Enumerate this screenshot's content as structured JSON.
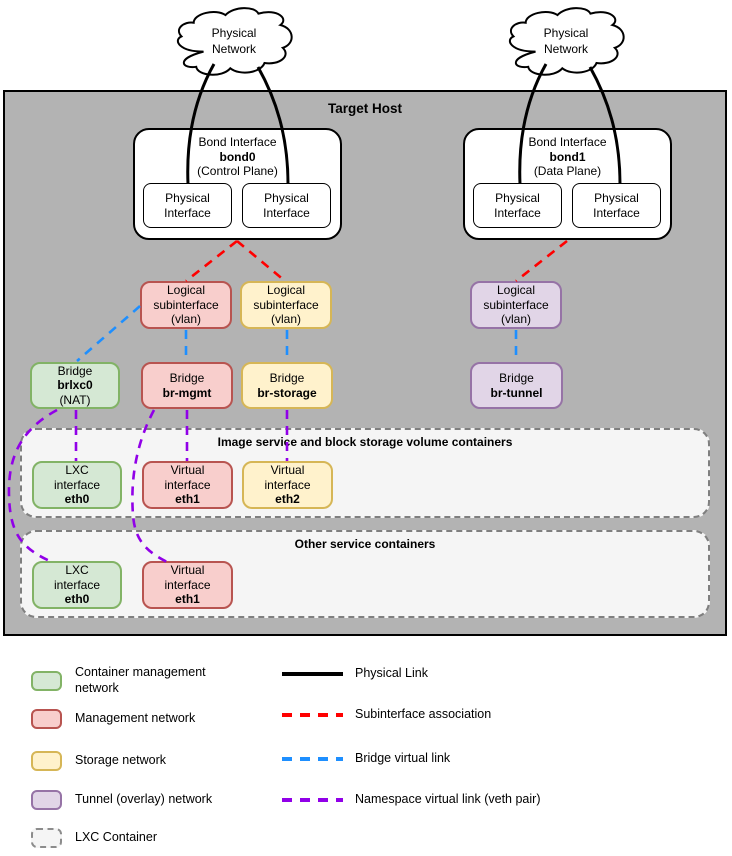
{
  "clouds": [
    {
      "label": "Physical\nNetwork"
    },
    {
      "label": "Physical\nNetwork"
    }
  ],
  "host": {
    "title": "Target Host",
    "bonds": [
      {
        "line1": "Bond Interface",
        "name": "bond0",
        "line3": "(Control Plane)",
        "ports": [
          "Physical\nInterface",
          "Physical\nInterface"
        ]
      },
      {
        "line1": "Bond Interface",
        "name": "bond1",
        "line3": "(Data Plane)",
        "ports": [
          "Physical\nInterface",
          "Physical\nInterface"
        ]
      }
    ],
    "subinterfaces": [
      {
        "label": "Logical\nsubinterface\n(vlan)",
        "network": "management"
      },
      {
        "label": "Logical\nsubinterface\n(vlan)",
        "network": "storage"
      },
      {
        "label": "Logical\nsubinterface\n(vlan)",
        "network": "tunnel"
      }
    ],
    "bridges": [
      {
        "line1": "Bridge",
        "name": "brlxc0",
        "line3": "(NAT)",
        "network": "container-management"
      },
      {
        "line1": "Bridge",
        "name": "br-mgmt",
        "line3": "",
        "network": "management"
      },
      {
        "line1": "Bridge",
        "name": "br-storage",
        "line3": "",
        "network": "storage"
      },
      {
        "line1": "Bridge",
        "name": "br-tunnel",
        "line3": "",
        "network": "tunnel"
      }
    ],
    "containers": [
      {
        "title": "Image service and block storage volume containers",
        "interfaces": [
          {
            "line1": "LXC\ninterface",
            "name": "eth0",
            "network": "container-management"
          },
          {
            "line1": "Virtual\ninterface",
            "name": "eth1",
            "network": "management"
          },
          {
            "line1": "Virtual\ninterface",
            "name": "eth2",
            "network": "storage"
          }
        ]
      },
      {
        "title": "Other service containers",
        "interfaces": [
          {
            "line1": "LXC\ninterface",
            "name": "eth0",
            "network": "container-management"
          },
          {
            "line1": "Virtual\ninterface",
            "name": "eth1",
            "network": "management"
          }
        ]
      }
    ]
  },
  "legend": {
    "networks": [
      {
        "label": "Container management\nnetwork",
        "fill": "#d5e8d4",
        "stroke": "#82b366"
      },
      {
        "label": "Management network",
        "fill": "#f8cecc",
        "stroke": "#b85450"
      },
      {
        "label": "Storage network",
        "fill": "#fff2cc",
        "stroke": "#d6b656"
      },
      {
        "label": "Tunnel (overlay) network",
        "fill": "#e1d5e7",
        "stroke": "#9673a6"
      },
      {
        "label": "LXC Container",
        "fill": "#f5f5f5",
        "stroke": "#8c8c8c",
        "border_style": "dashed"
      }
    ],
    "links": [
      {
        "label": "Physical Link",
        "color": "#000000",
        "style": "solid"
      },
      {
        "label": "Subinterface association",
        "color": "#ff0000",
        "style": "dashed"
      },
      {
        "label": "Bridge virtual link",
        "color": "#1e8fff",
        "style": "dashed"
      },
      {
        "label": "Namespace virtual link (veth pair)",
        "color": "#9100e8",
        "style": "dashed"
      }
    ]
  },
  "colors": {
    "host_background": "#b3b3b3",
    "section_background": "#f5f5f5",
    "physical_link": "#000000",
    "subinterface_association": "#ff0000",
    "bridge_virtual_link": "#1e8fff",
    "namespace_virtual_link": "#9100e8"
  }
}
